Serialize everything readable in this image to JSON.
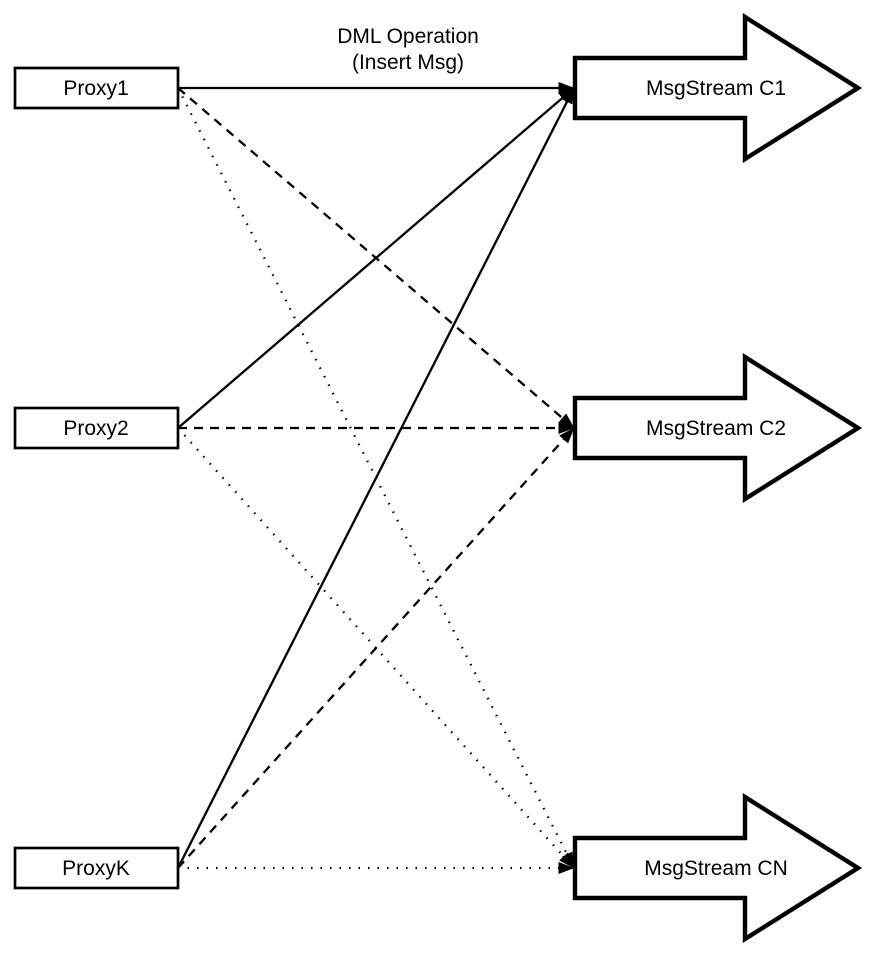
{
  "title": {
    "line1": "DML Operation",
    "line2": "(Insert Msg)"
  },
  "colors": {
    "line": "#000000",
    "fill": "#ffffff",
    "background": "#ffffff"
  },
  "proxies": [
    {
      "id": "proxy1",
      "label": "Proxy1"
    },
    {
      "id": "proxy2",
      "label": "Proxy2"
    },
    {
      "id": "proxyK",
      "label": "ProxyK"
    }
  ],
  "streams": [
    {
      "id": "c1",
      "label": "MsgStream C1",
      "incoming_line_style": "solid"
    },
    {
      "id": "c2",
      "label": "MsgStream C2",
      "incoming_line_style": "dashed"
    },
    {
      "id": "cn",
      "label": "MsgStream CN",
      "incoming_line_style": "dotted"
    }
  ],
  "connections": [
    {
      "from": "proxy1",
      "to": "c1",
      "style": "solid"
    },
    {
      "from": "proxy2",
      "to": "c1",
      "style": "solid"
    },
    {
      "from": "proxyK",
      "to": "c1",
      "style": "solid"
    },
    {
      "from": "proxy1",
      "to": "c2",
      "style": "dashed"
    },
    {
      "from": "proxy2",
      "to": "c2",
      "style": "dashed"
    },
    {
      "from": "proxyK",
      "to": "c2",
      "style": "dashed"
    },
    {
      "from": "proxy1",
      "to": "cn",
      "style": "dotted"
    },
    {
      "from": "proxy2",
      "to": "cn",
      "style": "dotted"
    },
    {
      "from": "proxyK",
      "to": "cn",
      "style": "dotted"
    }
  ]
}
